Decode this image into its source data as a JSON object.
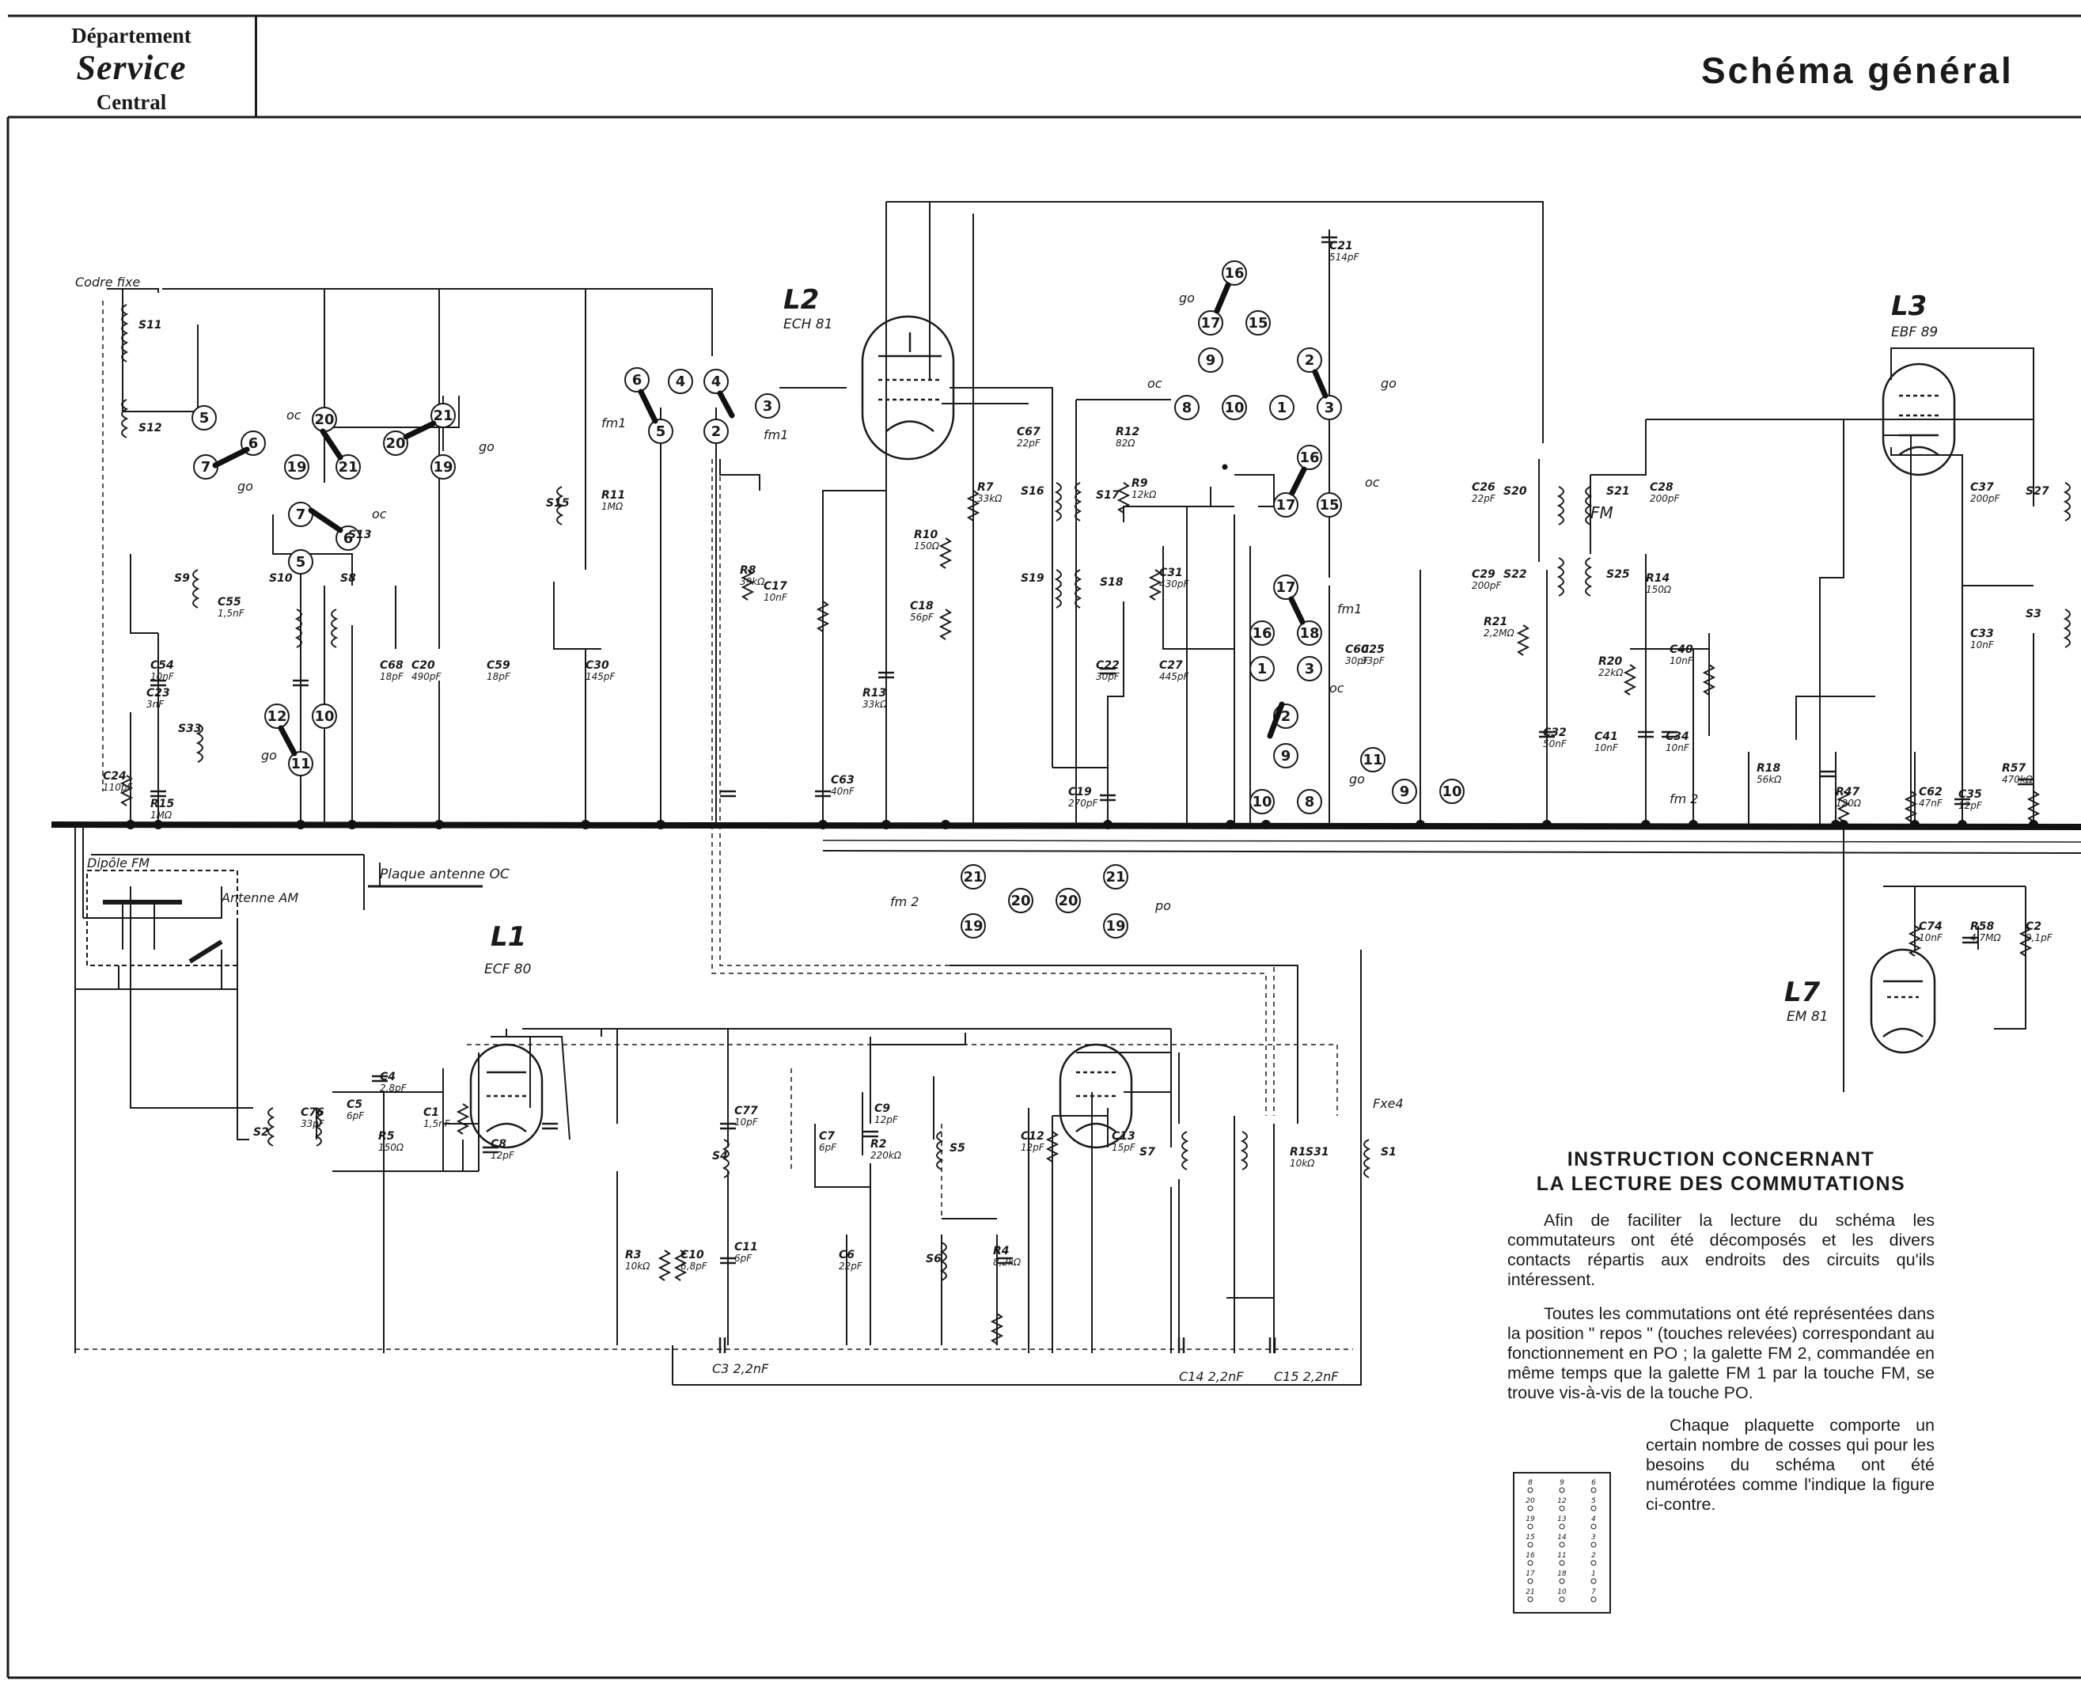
{
  "header": {
    "dept_line1": "Département",
    "dept_line2": "Service",
    "dept_line3": "Central",
    "title": "Schéma général"
  },
  "tubes": [
    {
      "ref": "L2",
      "type": "ECH 81"
    },
    {
      "ref": "L3",
      "type": "EBF 89"
    },
    {
      "ref": "L1",
      "type": "ECF 80"
    },
    {
      "ref": "L7",
      "type": "EM 81"
    }
  ],
  "labels": {
    "codre": "Codre fixe",
    "dipole": "Dipôle FM",
    "antenne_am": "Antenne AM",
    "plaque": "Plaque antenne OC",
    "fm_switch": "FM",
    "c3": "C3 2,2nF",
    "c14": "C14 2,2nF",
    "c15": "C15 2,2nF",
    "fxe4": "Fxe4",
    "fm1": "fm1",
    "fm2": "fm 2",
    "go": "go",
    "oc": "oc",
    "po": "po"
  },
  "components": [
    {
      "ref": "S11"
    },
    {
      "ref": "S12"
    },
    {
      "ref": "S9"
    },
    {
      "ref": "S10"
    },
    {
      "ref": "S8"
    },
    {
      "ref": "S13"
    },
    {
      "ref": "S33"
    },
    {
      "ref": "S15"
    },
    {
      "ref": "S16"
    },
    {
      "ref": "S17"
    },
    {
      "ref": "S18"
    },
    {
      "ref": "S19"
    },
    {
      "ref": "S20"
    },
    {
      "ref": "S21"
    },
    {
      "ref": "S22"
    },
    {
      "ref": "S25"
    },
    {
      "ref": "S27"
    },
    {
      "ref": "S3"
    },
    {
      "ref": "S4"
    },
    {
      "ref": "S5"
    },
    {
      "ref": "S6"
    },
    {
      "ref": "S7"
    },
    {
      "ref": "S31"
    },
    {
      "ref": "S1"
    },
    {
      "ref": "S2"
    },
    {
      "ref": "C76",
      "value": "33pF"
    },
    {
      "ref": "C55",
      "value": "1,5nF"
    },
    {
      "ref": "C54",
      "value": "10nF"
    },
    {
      "ref": "C23",
      "value": "3nF"
    },
    {
      "ref": "R15",
      "value": "1MΩ"
    },
    {
      "ref": "C24",
      "value": "110pF"
    },
    {
      "ref": "C68",
      "value": "18pF"
    },
    {
      "ref": "C20",
      "value": "490pF"
    },
    {
      "ref": "C59",
      "value": "18pF"
    },
    {
      "ref": "C30",
      "value": "145pF"
    },
    {
      "ref": "R11",
      "value": "1MΩ"
    },
    {
      "ref": "R8",
      "value": "39kΩ"
    },
    {
      "ref": "C17",
      "value": "10nF"
    },
    {
      "ref": "C63",
      "value": "40nF"
    },
    {
      "ref": "R13",
      "value": "33kΩ"
    },
    {
      "ref": "R7",
      "value": "33kΩ"
    },
    {
      "ref": "R10",
      "value": "150Ω"
    },
    {
      "ref": "C18",
      "value": "56pF"
    },
    {
      "ref": "C67",
      "value": "22pF"
    },
    {
      "ref": "R12",
      "value": "82Ω"
    },
    {
      "ref": "R9",
      "value": "12kΩ"
    },
    {
      "ref": "C31",
      "value": "430pF"
    },
    {
      "ref": "C22",
      "value": "30pF"
    },
    {
      "ref": "C27",
      "value": "445pF"
    },
    {
      "ref": "C19",
      "value": "270pF"
    },
    {
      "ref": "C21",
      "value": "514pF"
    },
    {
      "ref": "C60",
      "value": "30pF"
    },
    {
      "ref": "C25",
      "value": "33pF"
    },
    {
      "ref": "C26",
      "value": "22pF"
    },
    {
      "ref": "C28",
      "value": "200pF"
    },
    {
      "ref": "C29",
      "value": "200pF"
    },
    {
      "ref": "R14",
      "value": "150Ω"
    },
    {
      "ref": "R21",
      "value": "2,2MΩ"
    },
    {
      "ref": "R20",
      "value": "22kΩ"
    },
    {
      "ref": "C40",
      "value": "10nF"
    },
    {
      "ref": "C32",
      "value": "50nF"
    },
    {
      "ref": "C41",
      "value": "10nF"
    },
    {
      "ref": "C34",
      "value": "10nF"
    },
    {
      "ref": "R18",
      "value": "56kΩ"
    },
    {
      "ref": "R47",
      "value": "120Ω"
    },
    {
      "ref": "C62",
      "value": "47nF"
    },
    {
      "ref": "C35",
      "value": "12pF"
    },
    {
      "ref": "C37",
      "value": "200pF"
    },
    {
      "ref": "C33",
      "value": "10nF"
    },
    {
      "ref": "R57",
      "value": "470kΩ"
    },
    {
      "ref": "C74",
      "value": "10nF"
    },
    {
      "ref": "R58",
      "value": "4,7MΩ"
    },
    {
      "ref": "C2",
      "value": "9,1pF"
    },
    {
      "ref": "C4",
      "value": "2,8pF"
    },
    {
      "ref": "C5",
      "value": "6pF"
    },
    {
      "ref": "R5",
      "value": "150Ω"
    },
    {
      "ref": "C1",
      "value": "1,5nF"
    },
    {
      "ref": "C8",
      "value": "12pF"
    },
    {
      "ref": "C9",
      "value": "12pF"
    },
    {
      "ref": "C77",
      "value": "10pF"
    },
    {
      "ref": "C7",
      "value": "6pF"
    },
    {
      "ref": "R2",
      "value": "220kΩ"
    },
    {
      "ref": "C12",
      "value": "12pF"
    },
    {
      "ref": "C13",
      "value": "15pF"
    },
    {
      "ref": "R1",
      "value": "10kΩ"
    },
    {
      "ref": "R3",
      "value": "10kΩ"
    },
    {
      "ref": "C10",
      "value": "6,8pF"
    },
    {
      "ref": "C11",
      "value": "6pF"
    },
    {
      "ref": "C6",
      "value": "22pF"
    },
    {
      "ref": "R4",
      "value": "8,2kΩ"
    }
  ],
  "instructions": {
    "title_line1": "INSTRUCTION CONCERNANT",
    "title_line2": "LA LECTURE DES COMMUTATIONS",
    "para1": "Afin de faciliter la lecture du schéma les commutateurs ont été décomposés et les divers contacts répartis aux endroits des circuits qu'ils intéressent.",
    "para2": "Toutes les commutations ont été représentées dans la position \" repos \" (touches relevées) correspondant au fonctionnement en PO ; la galette FM 2, commandée en même temps que la galette FM 1 par la touche FM, se trouve vis-à-vis de la touche PO.",
    "para3": "Chaque plaquette comporte un certain nombre de cosses qui pour les besoins du schéma ont été numérotées comme l'indique la figure ci-contre."
  },
  "figure_numbers": [
    "8",
    "9",
    "6",
    "20",
    "12",
    "5",
    "19",
    "13",
    "4",
    "15",
    "14",
    "3",
    "16",
    "11",
    "2",
    "17",
    "18",
    "1",
    "21",
    "10",
    "7"
  ],
  "colors": {
    "ink": "#1a1a1a",
    "paper": "#ffffff"
  }
}
